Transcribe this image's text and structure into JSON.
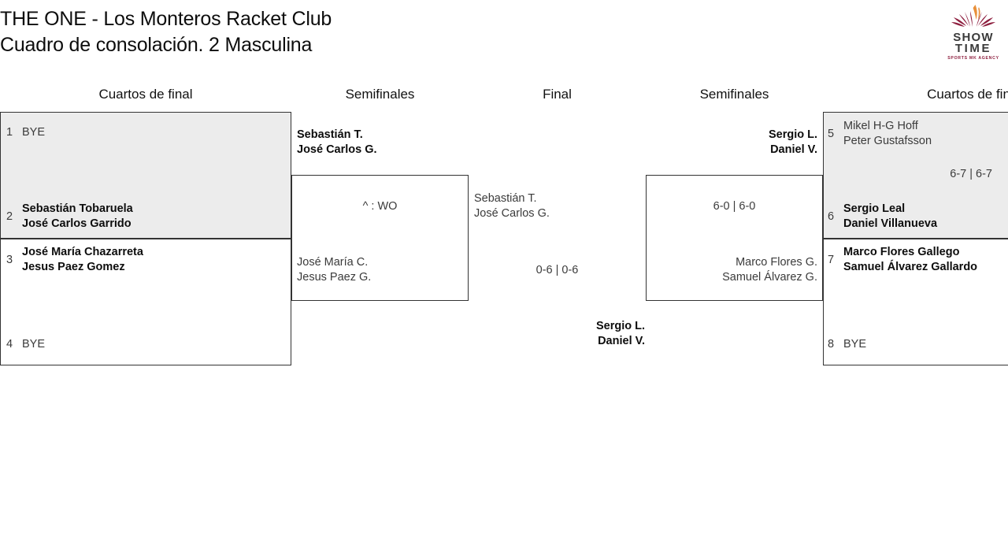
{
  "header": {
    "title_line1": "THE ONE - Los Monteros Racket Club",
    "title_line2": "Cuadro de consolación. 2 Masculina",
    "logo": {
      "word_top": "SHOW",
      "word_bottom": "TIME",
      "tagline": "SPORTS MK AGENCY",
      "color_maroon": "#8e1f3f",
      "color_orange": "#e8903a",
      "color_dark": "#3a3a3a"
    }
  },
  "rounds": [
    {
      "label": "Cuartos de final"
    },
    {
      "label": "Semifinales"
    },
    {
      "label": "Final"
    },
    {
      "label": "Semifinales"
    },
    {
      "label": "Cuartos de fin"
    }
  ],
  "bracket": {
    "left_quarters": [
      {
        "shaded": true,
        "top": {
          "seed": "1",
          "line1": "BYE",
          "line2": "",
          "result": "bye"
        },
        "bottom": {
          "seed": "2",
          "line1": "Sebastián Tobaruela",
          "line2": "José Carlos Garrido",
          "result": "winner"
        },
        "score": ""
      },
      {
        "shaded": false,
        "top": {
          "seed": "3",
          "line1": "José María Chazarreta",
          "line2": "Jesus Paez Gomez",
          "result": "winner"
        },
        "bottom": {
          "seed": "4",
          "line1": "BYE",
          "line2": "",
          "result": "bye"
        },
        "score": ""
      }
    ],
    "left_semifinal": {
      "winner_above": {
        "line1": "Sebastián T.",
        "line2": "José Carlos G."
      },
      "loser_inside": {
        "line1": "José María C.",
        "line2": "Jesus Paez G."
      },
      "score": "^ : WO"
    },
    "final": {
      "left_finalist": {
        "line1": "Sebastián T.",
        "line2": "José Carlos G."
      },
      "score": "0-6 | 0-6",
      "champion": {
        "line1": "Sergio L.",
        "line2": "Daniel V."
      }
    },
    "right_semifinal": {
      "winner_above": {
        "line1": "Sergio L.",
        "line2": "Daniel V."
      },
      "loser_inside": {
        "line1": "Marco Flores G.",
        "line2": "Samuel Álvarez G."
      },
      "score": "6-0 | 6-0"
    },
    "right_quarters": [
      {
        "shaded": true,
        "top": {
          "seed": "5",
          "line1": "Mikel H-G Hoff",
          "line2": "Peter Gustafsson",
          "result": "loser"
        },
        "bottom": {
          "seed": "6",
          "line1": "Sergio Leal",
          "line2": "Daniel Villanueva",
          "result": "winner"
        },
        "score": "6-7 | 6-7"
      },
      {
        "shaded": false,
        "top": {
          "seed": "7",
          "line1": "Marco Flores Gallego",
          "line2": "Samuel Álvarez Gallardo",
          "result": "winner"
        },
        "bottom": {
          "seed": "8",
          "line1": "BYE",
          "line2": "",
          "result": "bye"
        },
        "score": ""
      }
    ]
  }
}
